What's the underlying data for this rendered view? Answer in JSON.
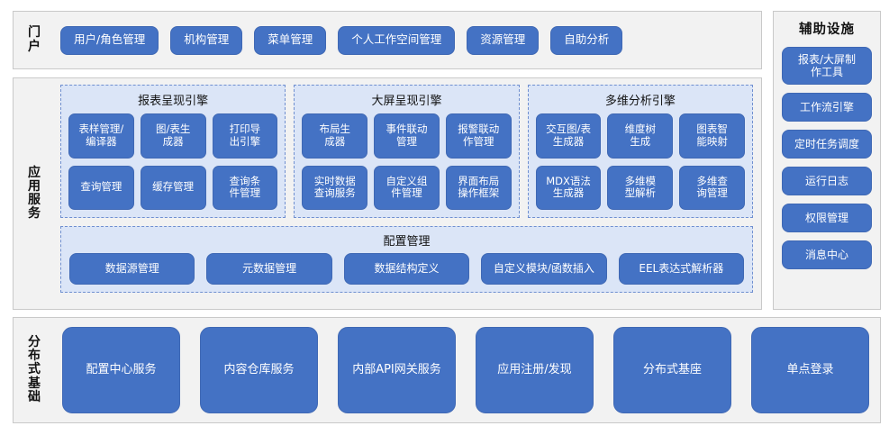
{
  "portal": {
    "label": "门户",
    "items": [
      "用户/角色管理",
      "机构管理",
      "菜单管理",
      "个人工作空间管理",
      "资源管理",
      "自助分析"
    ]
  },
  "aux": {
    "title": "辅助设施",
    "items": [
      "报表/大屏制\n作工具",
      "工作流引擎",
      "定时任务调度",
      "运行日志",
      "权限管理",
      "消息中心"
    ]
  },
  "app_services": {
    "label": "应用服务",
    "engines": [
      {
        "title": "报表呈现引擎",
        "items": [
          "表样管理/\n编译器",
          "图/表生\n成器",
          "打印导\n出引擎",
          "查询管理",
          "缓存管理",
          "查询条\n件管理"
        ]
      },
      {
        "title": "大屏呈现引擎",
        "items": [
          "布局生\n成器",
          "事件联动\n管理",
          "报警联动\n作管理",
          "实时数据\n查询服务",
          "自定义组\n件管理",
          "界面布局\n操作框架"
        ]
      },
      {
        "title": "多维分析引擎",
        "items": [
          "交互图/表\n生成器",
          "维度树\n生成",
          "图表智\n能映射",
          "MDX语法\n生成器",
          "多维模\n型解析",
          "多维查\n询管理"
        ]
      }
    ],
    "config": {
      "title": "配置管理",
      "items": [
        "数据源管理",
        "元数据管理",
        "数据结构定义",
        "自定义模块/函数插入",
        "EEL表达式解析器"
      ]
    }
  },
  "base": {
    "label": "分布式基础",
    "items": [
      "配置中心服务",
      "内容仓库服务",
      "内部API网关服务",
      "应用注册/发现",
      "分布式基座",
      "单点登录"
    ]
  },
  "colors": {
    "pill": "#4472c4",
    "group_fill": "#dbe5f7",
    "group_border": "#6f8fd0",
    "panel_fill": "#f2f2f2",
    "panel_border": "#c9c9c9",
    "text_on_pill": "#ffffff"
  }
}
